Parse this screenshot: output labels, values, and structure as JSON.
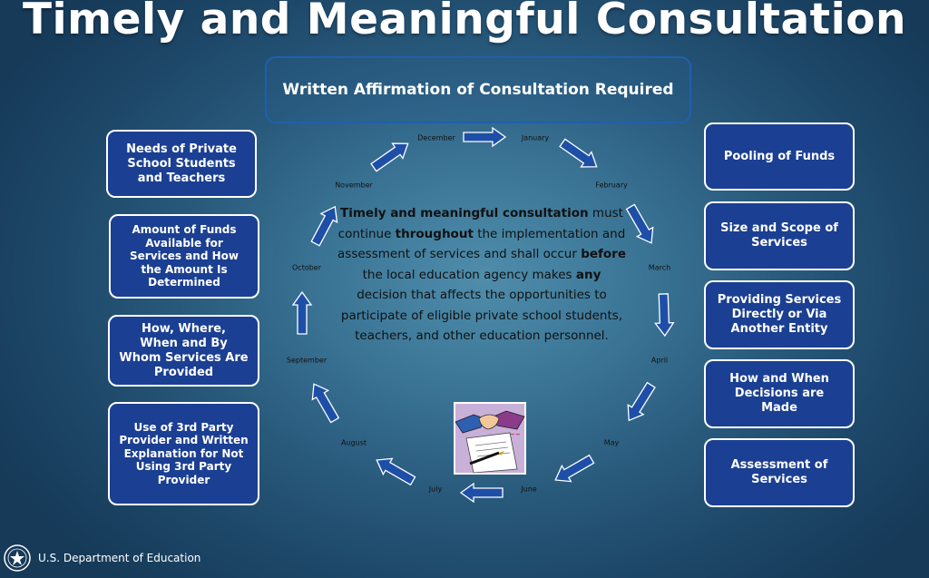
{
  "title": "Timely and Meaningful Consultation",
  "affirmation": "Written Affirmation of Consultation Required",
  "left_boxes": [
    "Needs of Private\nSchool Students\nand Teachers",
    "Amount of Funds\nAvailable for\nServices and How\nthe Amount Is\nDetermined",
    "How, Where,\nWhen and By\nWhom Services Are\nProvided",
    "Use of 3rd Party\nProvider and Written\nExplanation for Not\nUsing  3rd Party\nProvider"
  ],
  "right_boxes": [
    "Pooling of Funds",
    "Size and Scope of\nServices",
    "Providing Services\nDirectly or Via\nAnother Entity",
    "How and When\nDecisions are\nMade",
    "Assessment of\nServices"
  ],
  "months": [
    "December",
    "January",
    "February",
    "March",
    "April",
    "May",
    "June",
    "July",
    "August",
    "September",
    "October",
    "November"
  ],
  "center": {
    "p1": "Timely and meaningful consultation",
    "p2": " must continue ",
    "p3": "throughout",
    "p4": " the implementation and assessment of services and shall occur ",
    "p5": "before",
    "p6": " the local education agency makes ",
    "p7": "any",
    "p8": " decision that  affects the opportunities to participate of eligible private school students, teachers, and other education personnel."
  },
  "footer": "U.S. Department of Education",
  "colors": {
    "box_fill": "#1b3f92",
    "box_border": "#ffffff",
    "arrow_fill": "#1e4fa8",
    "arrow_outline": "#ffffff"
  }
}
